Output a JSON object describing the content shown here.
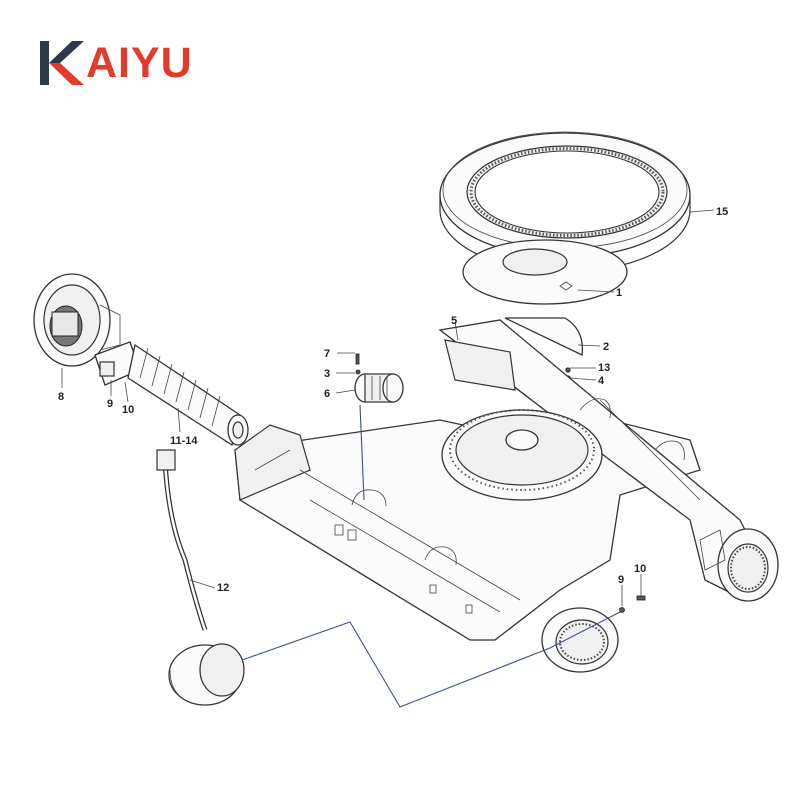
{
  "brand": {
    "name": "KAIYU",
    "logo_text": "AIYU",
    "logo_mark": "K",
    "colors": {
      "dark": "#2d3a4e",
      "accent": "#e23a2b"
    }
  },
  "callouts": {
    "c1": "1",
    "c2": "2",
    "c3": "3",
    "c4": "4",
    "c5": "5",
    "c6": "6",
    "c7": "7",
    "c8": "8",
    "c9_left": "9",
    "c10_left": "10",
    "c11_14": "11-14",
    "c12": "12",
    "c13": "13",
    "c15": "15",
    "c9_right": "9",
    "c10_right": "10"
  },
  "colors": {
    "leader_blue": "#3d4f8f",
    "line": "#333333"
  }
}
